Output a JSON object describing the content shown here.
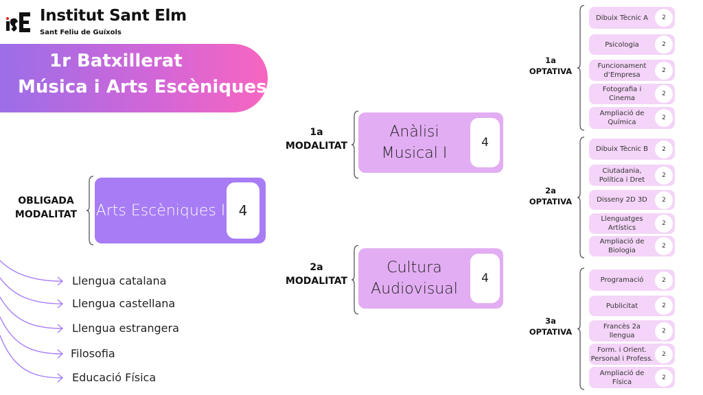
{
  "header": {
    "school": "Institut Sant Elm",
    "town": "Sant Feliu de Guíxols",
    "logo_text": "iSE"
  },
  "banner": {
    "line1": "1r Batxillerat",
    "line2": "Música i Arts Escèniques"
  },
  "colors": {
    "banner_start": "#9b6ee8",
    "banner_end": "#f766c0",
    "obligada": "#a77cf5",
    "modalitat": "#e2adf2",
    "optativa": "#f4d4f8",
    "arrow": "#a77cf5"
  },
  "obligada": {
    "label_1": "OBLIGADA",
    "label_2": "MODALITAT",
    "subject": "Arts Escèniques I",
    "hours": "4"
  },
  "modalitats": [
    {
      "label_1": "1a",
      "label_2": "MODALITAT",
      "subject_1": "Anàlisi",
      "subject_2": "Musical I",
      "hours": "4"
    },
    {
      "label_1": "2a",
      "label_2": "MODALITAT",
      "subject_1": "Cultura",
      "subject_2": "Audiovisual",
      "hours": "4"
    }
  ],
  "common": [
    "Llengua catalana",
    "Llengua castellana",
    "Llengua estrangera",
    "Filosofia",
    "Educació Física"
  ],
  "optatives": [
    {
      "label_1": "1a",
      "label_2": "OPTATIVA",
      "items": [
        {
          "name": "Dibuix Tècnic A",
          "hours": "2"
        },
        {
          "name": "Psicologia",
          "hours": "2"
        },
        {
          "name": "Funcionament d’Empresa",
          "hours": "2"
        },
        {
          "name": "Fotografia i Cinema",
          "hours": "2"
        },
        {
          "name": "Ampliació de Química",
          "hours": "2"
        }
      ]
    },
    {
      "label_1": "2a",
      "label_2": "OPTATIVA",
      "items": [
        {
          "name": "Dibuix Tècnic B",
          "hours": "2"
        },
        {
          "name": "Ciutadania, Política i Dret",
          "hours": "2"
        },
        {
          "name": "Disseny 2D 3D",
          "hours": "2"
        },
        {
          "name": "Llenguatges Artístics",
          "hours": "2"
        },
        {
          "name": "Ampliació de Biologia",
          "hours": "2"
        }
      ]
    },
    {
      "label_1": "3a",
      "label_2": "OPTATIVA",
      "items": [
        {
          "name": "Programació",
          "hours": "2"
        },
        {
          "name": "Publicitat",
          "hours": "2"
        },
        {
          "name": "Francès 2a llengua",
          "hours": "2"
        },
        {
          "name": "Form. i Orient. Personal i Profess.",
          "hours": "2"
        },
        {
          "name": "Ampliació de Física",
          "hours": "2"
        }
      ]
    }
  ]
}
